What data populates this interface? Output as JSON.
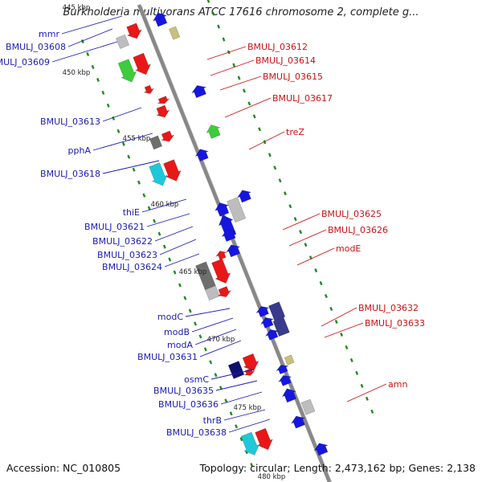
{
  "title": "Burkholderia multivorans ATCC 17616 chromosome 2, complete g...",
  "footer": {
    "accession": "Accession: NC_010805",
    "summary": "Topology: circular; Length: 2,473,162 bp; Genes: 2,138"
  },
  "kbp_ticks": [
    "445 kbp",
    "450 kbp",
    "455 kbp",
    "460 kbp",
    "465 kbp",
    "470 kbp",
    "475 kbp",
    "480 kbp"
  ],
  "left_labels": [
    "mmr",
    "BMULJ_03608",
    "BMULJ_03609",
    "BMULJ_03613",
    "pphA",
    "BMULJ_03618",
    "thiE",
    "BMULJ_03621",
    "BMULJ_03622",
    "BMULJ_03623",
    "BMULJ_03624",
    "modC",
    "modB",
    "modA",
    "BMULJ_03631",
    "osmC",
    "BMULJ_03635",
    "BMULJ_03636",
    "thrB",
    "BMULJ_03638"
  ],
  "right_labels": [
    "BMULJ_03612",
    "BMULJ_03614",
    "BMULJ_03615",
    "BMULJ_03617",
    "treZ",
    "BMULJ_03625",
    "BMULJ_03626",
    "modE",
    "BMULJ_03632",
    "BMULJ_03633",
    "amn"
  ],
  "colors": {
    "backbone": "#888888",
    "left_label": "#1a1ab8",
    "right_label": "#cc1111",
    "tick": "#1f8a1f",
    "gene_blue": "#1616e0",
    "gene_red": "#e81818",
    "gene_green": "#3ccc3c",
    "gene_cyan": "#1ec8d8",
    "gene_gray": "#bdbdbd",
    "gene_darkgray": "#6e6e6e",
    "gene_purple": "#3a3a8c",
    "gene_navy": "#101070",
    "gene_khaki": "#c8c07a"
  }
}
